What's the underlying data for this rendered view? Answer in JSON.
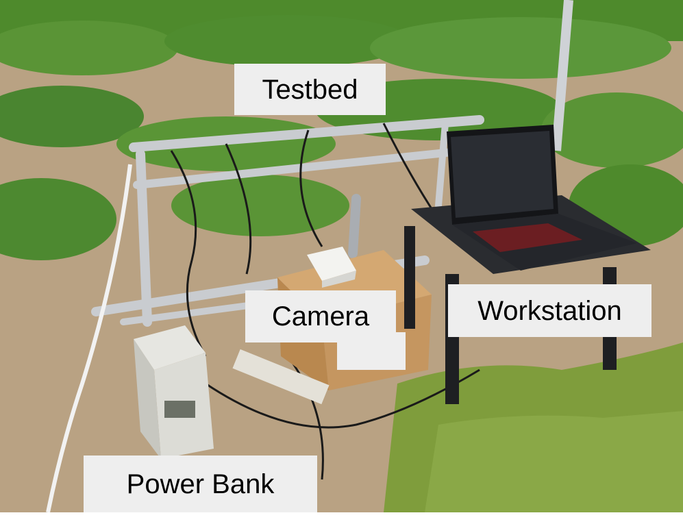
{
  "image": {
    "description_kind": "photo",
    "labels": {
      "testbed": "Testbed",
      "camera": "Camera",
      "workstation": "Workstation",
      "power_bank": "Power Bank"
    }
  },
  "colors": {
    "label_bg": "#eeeeee",
    "label_text": "#000000",
    "soil": "#b8a080",
    "plants": "#4f8a2e",
    "grass": "#7a9a3a",
    "frame": "#c9ccd0",
    "laptop": "#1d1f23",
    "box": "#c89b66"
  }
}
